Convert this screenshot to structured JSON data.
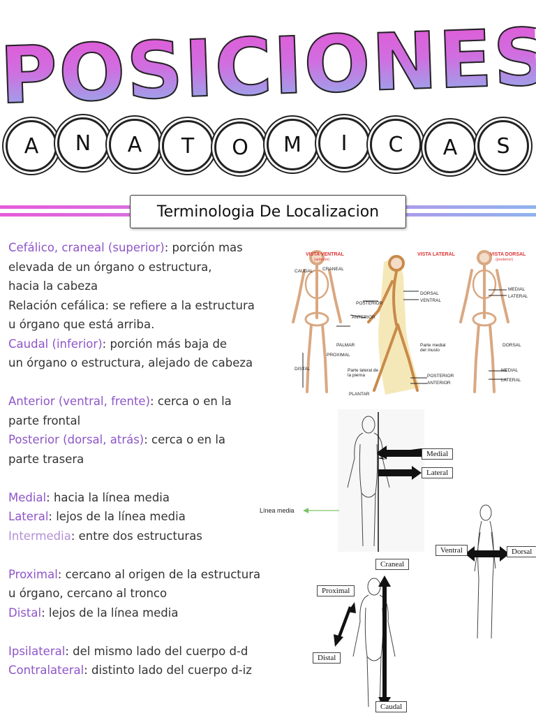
{
  "header": {
    "title": "POSICIONES",
    "subtitle_letters": [
      "A",
      "N",
      "A",
      "T",
      "O",
      "M",
      "I",
      "C",
      "A",
      "S"
    ]
  },
  "section_title": "Terminologia De Localizacion",
  "content": {
    "cefalico": {
      "term": "Cefálico, craneal (superior)",
      "l1": ": porción mas",
      "l2": "elevada de un órgano o estructura,",
      "l3": "hacia la cabeza",
      "l4": "Relación cefálica: se refiere a la estructura",
      "l5": "u órgano que está arriba."
    },
    "caudal": {
      "term": "Caudal (inferior)",
      "l1": ": porción más baja de",
      "l2": "un órgano o estructura, alejado de cabeza"
    },
    "anterior": {
      "term": "Anterior (ventral, frente)",
      "l1": ": cerca o en la",
      "l2": "parte frontal"
    },
    "posterior": {
      "term": "Posterior (dorsal, atrás)",
      "l1": ": cerca o en la",
      "l2": "parte trasera"
    },
    "medial": {
      "term": "Medial",
      "desc": ": hacia la línea media"
    },
    "lateral": {
      "term": "Lateral",
      "desc": ": lejos de la línea media"
    },
    "intermedia": {
      "term": "Intermedia",
      "desc": ": entre dos estructuras"
    },
    "proximal": {
      "term": "Proximal",
      "l1": ": cercano al origen de la estructura",
      "l2": "u órgano, cercano al tronco"
    },
    "distal": {
      "term": "Distal",
      "desc": ": lejos de la línea media"
    },
    "ipsilateral": {
      "term": "Ipsilateral",
      "desc": ": del mismo lado del cuerpo d-d"
    },
    "contralateral": {
      "term": "Contralateral",
      "desc": ": distinto lado del cuerpo d-iz"
    }
  },
  "figure1": {
    "vista_ventral": "VISTA VENTRAL",
    "vista_ventral_sub": "(anterior)",
    "vista_lateral": "VISTA LATERAL",
    "vista_dorsal": "VISTA DORSAL",
    "vista_dorsal_sub": "(posterior)",
    "labels": {
      "caudal": "CAUDAL",
      "craneal": "CRANEAL",
      "palmar": "PALMAR",
      "proximal": "PROXIMAL",
      "distal": "DISTAL",
      "posterior": "POSTERIOR",
      "anterior": "ANTERIOR",
      "dorsal": "DORSAL",
      "ventral": "VENTRAL",
      "parte_medial": "Parte medial del muslo",
      "parte_lateral": "Parte lateral de la pierna",
      "posterior2": "POSTERIOR",
      "anterior2": "ANTERIOR",
      "plantar": "PLANTAR",
      "medial": "MEDIAL",
      "lateral": "LATERAL",
      "dorsal2": "DORSAL",
      "medial2": "MEDIAL",
      "lateral2": "LATERAL"
    }
  },
  "figure2": {
    "medial": "Medial",
    "lateral": "Lateral",
    "linea_media": "Línea media"
  },
  "figure3": {
    "ventral": "Ventral",
    "dorsal": "Dorsal"
  },
  "figure4": {
    "craneal": "Craneal",
    "proximal": "Proximal",
    "distal": "Distal",
    "caudal": "Caudal"
  },
  "colors": {
    "term": "#8e55c8",
    "term_light": "#b48fd8",
    "band_pink": "#e65bd9",
    "band_blue": "#8fb3ee"
  }
}
